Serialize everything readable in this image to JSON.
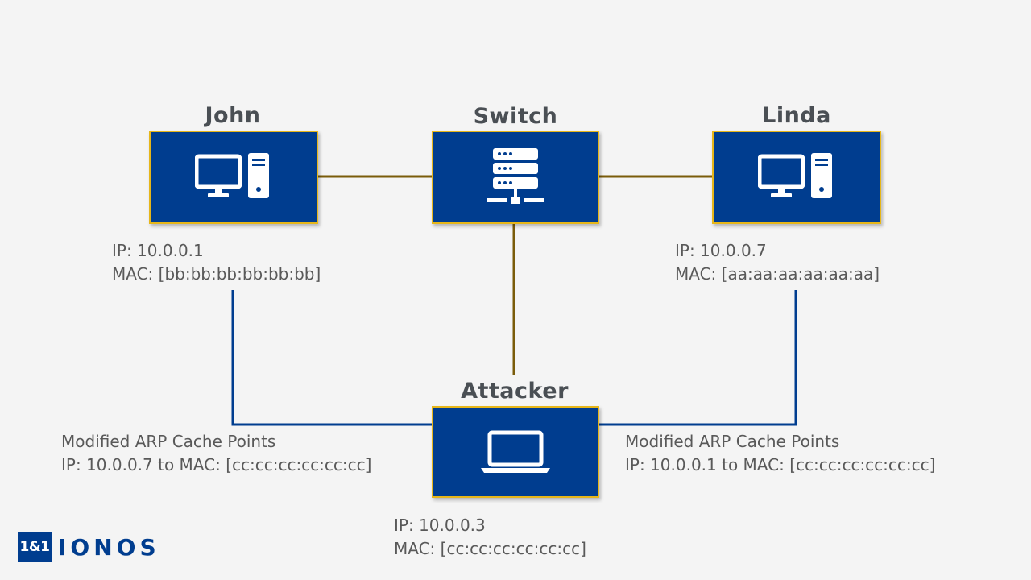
{
  "colors": {
    "background": "#f4f4f4",
    "node_fill": "#003d8f",
    "node_border": "#e6b619",
    "switch_link": "#7a5c0a",
    "spoof_link": "#003d8f",
    "text": "#595959",
    "title": "#4a4f54"
  },
  "nodes": {
    "john": {
      "title": "John",
      "icon": "desktop-computer-icon",
      "ip": "IP: 10.0.0.1",
      "mac": "MAC: [bb:bb:bb:bb:bb:bb]"
    },
    "switch": {
      "title": "Switch",
      "icon": "server-switch-icon"
    },
    "linda": {
      "title": "Linda",
      "icon": "desktop-computer-icon",
      "ip": "IP: 10.0.0.7",
      "mac": "MAC: [aa:aa:aa:aa:aa:aa]"
    },
    "attacker": {
      "title": "Attacker",
      "icon": "laptop-icon",
      "ip": "IP: 10.0.0.3",
      "mac": "MAC: [cc:cc:cc:cc:cc:cc]"
    }
  },
  "arp_notes": {
    "left": {
      "line1": "Modified ARP Cache Points",
      "line2": "IP: 10.0.0.7 to MAC: [cc:cc:cc:cc:cc:cc]"
    },
    "right": {
      "line1": "Modified ARP Cache Points",
      "line2": "IP: 10.0.0.1 to MAC: [cc:cc:cc:cc:cc:cc]"
    }
  },
  "logo": {
    "mark": "1&1",
    "word": "IONOS"
  }
}
